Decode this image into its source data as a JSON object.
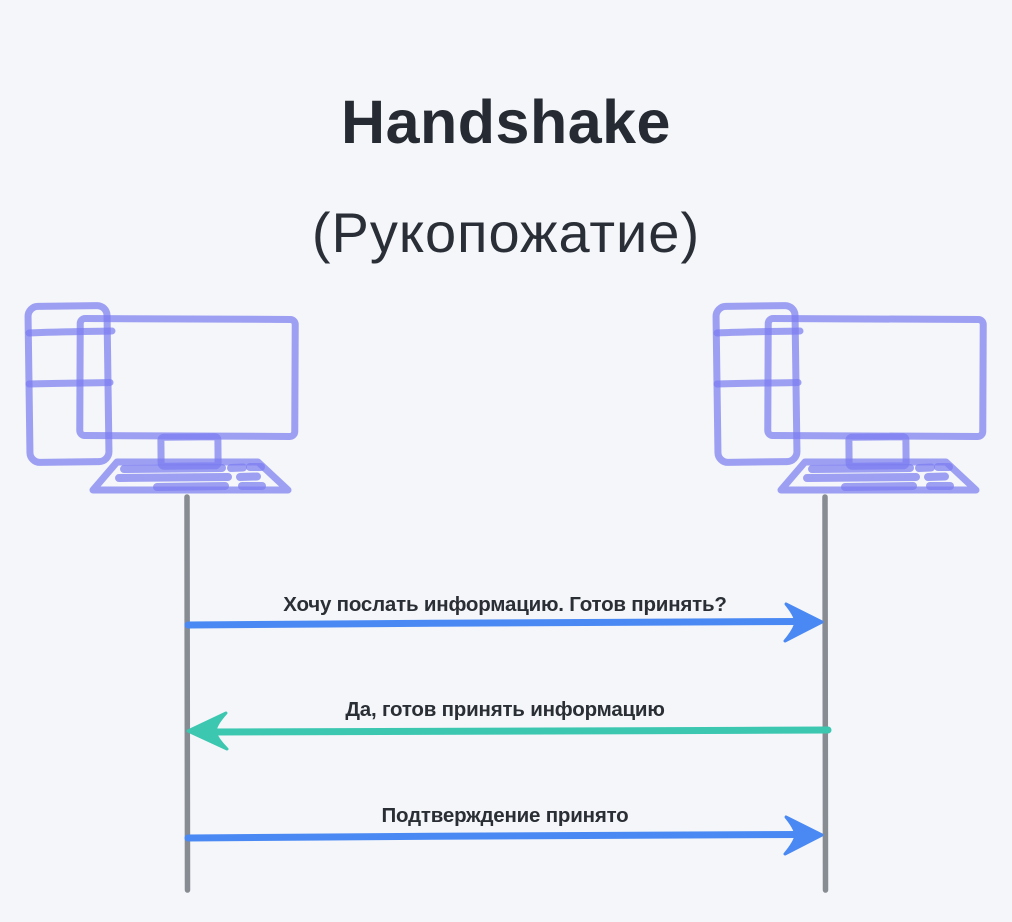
{
  "page": {
    "title": "Handshake",
    "subtitle": "(Рукопожатие)"
  },
  "diagram": {
    "type": "sequence-diagram",
    "nodes": [
      {
        "id": "sender",
        "icon": "desktop-computer-icon",
        "side": "left"
      },
      {
        "id": "receiver",
        "icon": "desktop-computer-icon",
        "side": "right"
      }
    ],
    "messages": [
      {
        "label": "Хочу послать информацию. Готов принять?",
        "from": "sender",
        "to": "receiver",
        "direction": "right",
        "color": "#4a89f4"
      },
      {
        "label": "Да, готов принять информацию",
        "from": "receiver",
        "to": "sender",
        "direction": "left",
        "color": "#3cc7b1"
      },
      {
        "label": "Подтверждение принято",
        "from": "sender",
        "to": "receiver",
        "direction": "right",
        "color": "#4a89f4"
      }
    ]
  },
  "colors": {
    "background": "#f4f6f9",
    "heading_text": "#262b33",
    "label_text": "#2a2e35",
    "computer_icon": "#7b7df0",
    "lifeline": "#878b92",
    "arrow_blue": "#4a89f4",
    "arrow_teal": "#3cc7b1"
  }
}
